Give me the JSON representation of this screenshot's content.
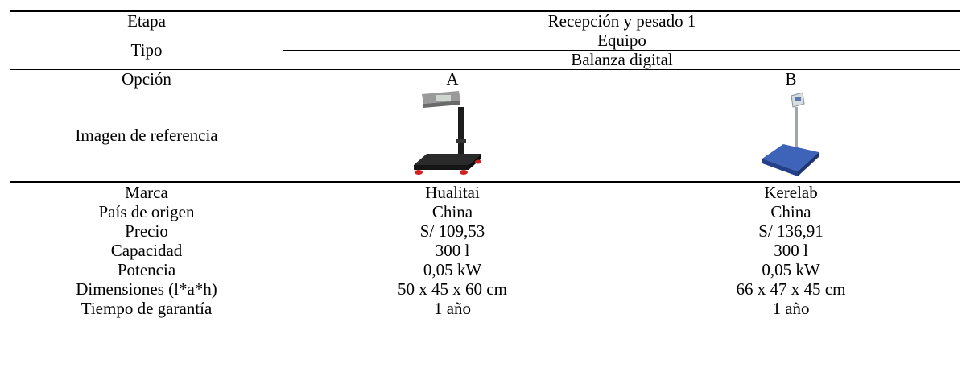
{
  "table": {
    "stage_label": "Etapa",
    "stage_value": "Recepción y pesado 1",
    "type_label": "Tipo",
    "type_value_1": "Equipo",
    "type_value_2": "Balanza digital",
    "option_label": "Opción",
    "option_a": "A",
    "option_b": "B",
    "image_label": "Imagen de referencia",
    "rows": [
      {
        "label": "Marca",
        "a": "Hualitai",
        "b": "Kerelab"
      },
      {
        "label": "País de origen",
        "a": "China",
        "b": "China"
      },
      {
        "label": "Precio",
        "a": "S/ 109,53",
        "b": "S/ 136,91"
      },
      {
        "label": "Capacidad",
        "a": "300 l",
        "b": "300 l"
      },
      {
        "label": "Potencia",
        "a": "0,05 kW",
        "b": "0,05 kW"
      },
      {
        "label": "Dimensiones (l*a*h)",
        "a": "50 x 45 x 60 cm",
        "b": "66 x 47 x 45 cm"
      },
      {
        "label": "Tiempo de garantía",
        "a": "1 año",
        "b": "1 año"
      }
    ]
  }
}
